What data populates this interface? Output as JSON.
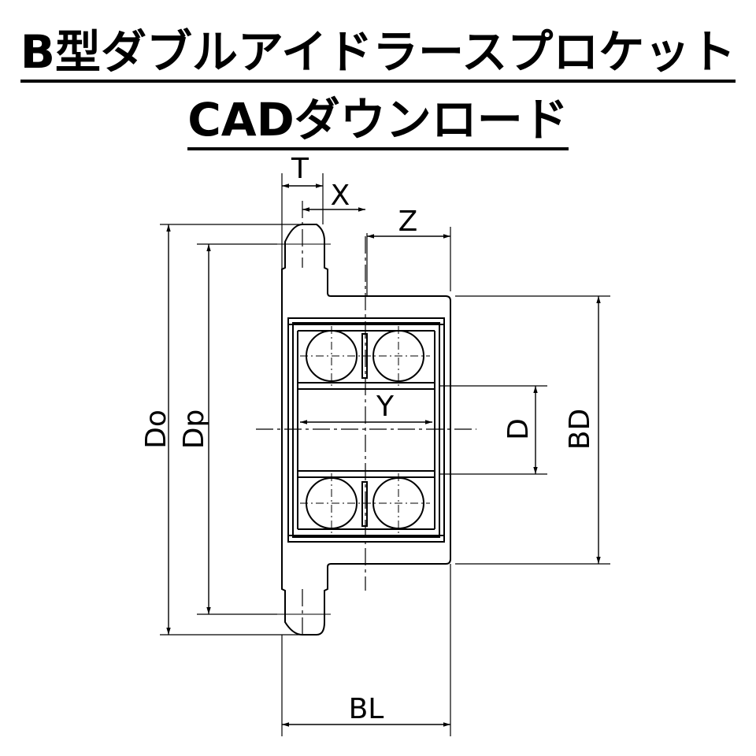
{
  "title_line1": "B型ダブルアイドラースプロケット",
  "title_line2": "CADダウンロード",
  "dimension_labels": {
    "T": "T",
    "X": "X",
    "Z": "Z",
    "Y": "Y",
    "Do": "Do",
    "Dp": "Dp",
    "D": "D",
    "BD": "BD",
    "BL": "BL"
  }
}
